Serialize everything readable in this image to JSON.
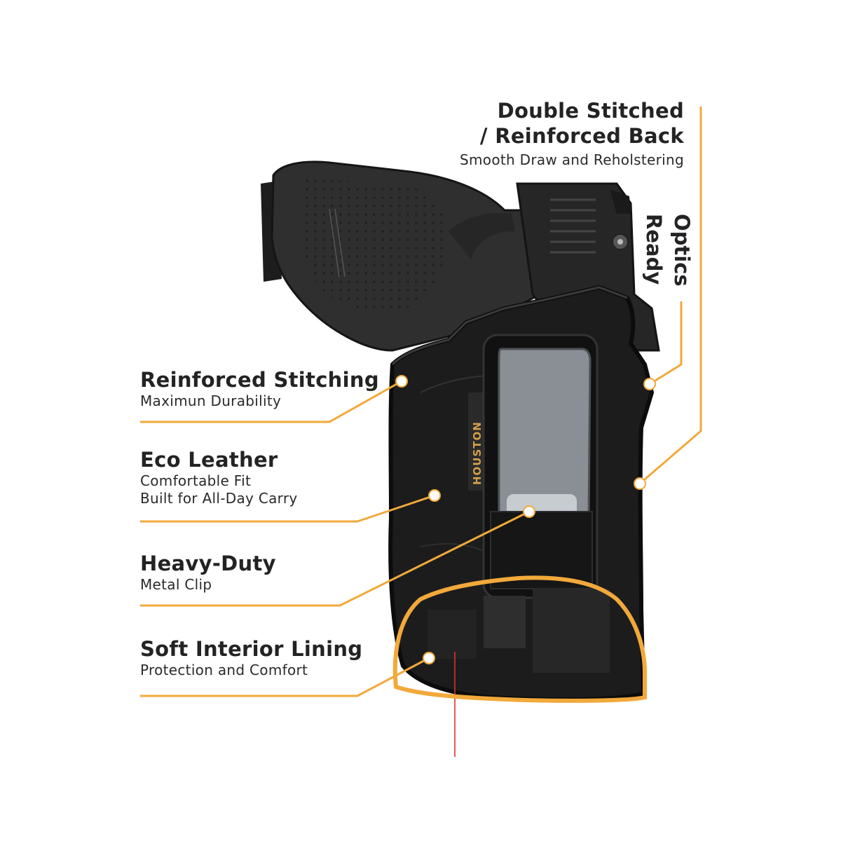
{
  "colors": {
    "accent": "#f2a93b",
    "gun": "#2e2e2e",
    "holster": "#1c1c1c",
    "clip": "#8a8f96",
    "brand_gold": "#d4a04a",
    "laser": "#e0302a"
  },
  "callouts": {
    "double_stitched": {
      "title_line1": "Double Stitched",
      "title_line2": "/ Reinforced Back",
      "subtitle": "Smooth Draw and Reholstering"
    },
    "optics": {
      "line1": "Optics",
      "line2": "Ready"
    },
    "reinforced_stitching": {
      "title": "Reinforced Stitching",
      "subtitle": "Maximun Durability"
    },
    "eco_leather": {
      "title": "Eco Leather",
      "subtitle_line1": "Comfortable Fit",
      "subtitle_line2": "Built for All-Day Carry"
    },
    "heavy_duty": {
      "title": "Heavy-Duty",
      "subtitle": "Metal Clip"
    },
    "soft_lining": {
      "title": "Soft Interior Lining",
      "subtitle": "Protection and Comfort"
    }
  },
  "product": {
    "brand": "HOUSTON",
    "icons": [
      "pistol-icon",
      "holster-icon",
      "metal-clip-icon",
      "laser-beam-icon"
    ]
  }
}
